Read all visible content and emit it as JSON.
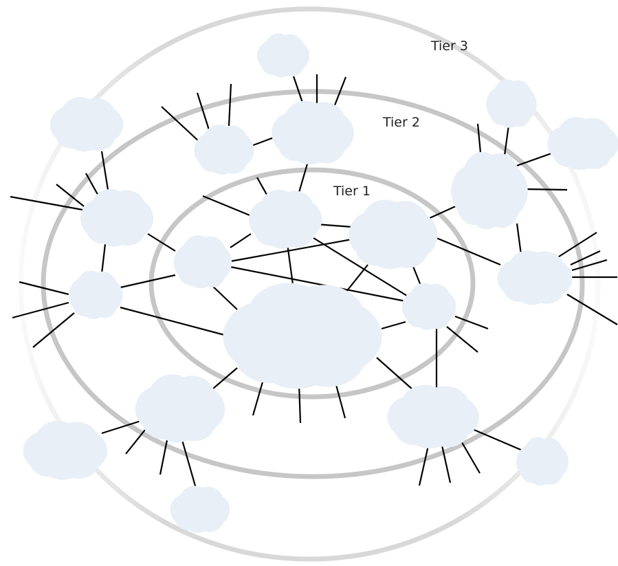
{
  "tiers": {
    "tier1": "Tier 1",
    "tier2": "Tier 2",
    "tier3": "Tier 3"
  },
  "colors": {
    "cloud_fill": "#e8eff6",
    "ring": "#c6c6c6",
    "link": "#000000",
    "label": "#222222"
  }
}
